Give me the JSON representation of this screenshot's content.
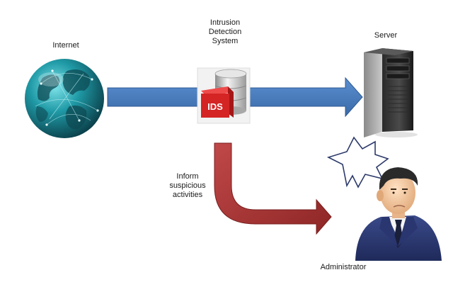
{
  "labels": {
    "internet": "Internet",
    "ids_line1": "Intrusion",
    "ids_line2": "Detection",
    "ids_line3": "System",
    "server": "Server",
    "inform_line1": "Inform",
    "inform_line2": "suspicious",
    "inform_line3": "activities",
    "administrator": "Administrator",
    "ids_badge": "IDS"
  },
  "icons": {
    "internet": "globe-icon",
    "ids": "ids-database-icon",
    "server": "server-tower-icon",
    "alert": "alert-burst-icon",
    "administrator": "administrator-person-icon"
  },
  "colors": {
    "flow_arrow": "#4a7ebb",
    "alert_arrow": "#a83232",
    "ids_badge": "#d42424",
    "globe": "#1a7f8a"
  }
}
